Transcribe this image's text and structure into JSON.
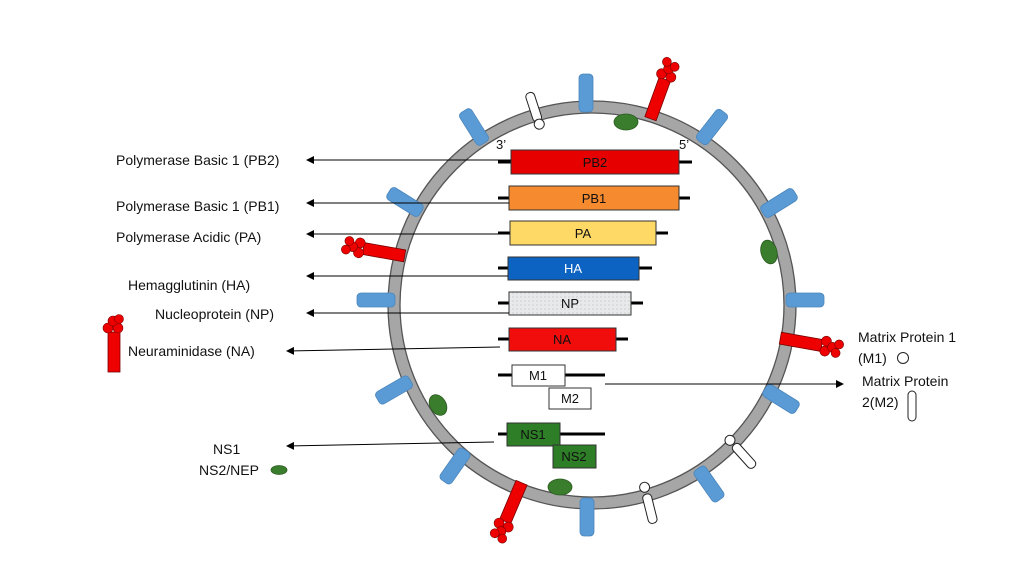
{
  "segment_ends": {
    "three_prime": "3’",
    "five_prime": "5’"
  },
  "segments": [
    {
      "id": "pb2",
      "label": "PB2",
      "color": "#e60000",
      "light_text": false
    },
    {
      "id": "pb1",
      "label": "PB1",
      "color": "#f58a2e",
      "light_text": false
    },
    {
      "id": "pa",
      "label": "PA",
      "color": "#ffd966",
      "light_text": false
    },
    {
      "id": "ha",
      "label": "HA",
      "color": "#0d63c2",
      "light_text": true
    },
    {
      "id": "np",
      "label": "NP",
      "color": "#e7e9ea",
      "light_text": false
    },
    {
      "id": "na",
      "label": "NA",
      "color": "#f20d0d",
      "light_text": false
    },
    {
      "id": "m1",
      "label": "M1",
      "color": "#ffffff",
      "light_text": false
    },
    {
      "id": "m2",
      "label": "M2",
      "color": "#ffffff",
      "light_text": false
    },
    {
      "id": "ns1",
      "label": "NS1",
      "color": "#2e7d27",
      "light_text": false
    },
    {
      "id": "ns2",
      "label": "NS2",
      "color": "#2e7d27",
      "light_text": false
    }
  ],
  "labels": {
    "pb2": "Polymerase Basic 1 (PB2)",
    "pb1": "Polymerase Basic 1 (PB1)",
    "pa": "Polymerase Acidic (PA)",
    "ha": "Hemagglutinin (HA)",
    "np": "Nucleoprotein (NP)",
    "na": "Neuraminidase (NA)",
    "ns1": "NS1",
    "ns2_nep": "NS2/NEP",
    "m1_line1": "Matrix Protein 1",
    "m1_line2": "(M1)",
    "m2_line1": "Matrix Protein",
    "m2_line2": "2(M2)"
  },
  "colors": {
    "envelope": "#a6a6a6",
    "ha_spike": "#5b9bd5",
    "na_spike": "#ee0000",
    "ns2_particle": "#3a7d2c",
    "arrow": "#000000"
  }
}
